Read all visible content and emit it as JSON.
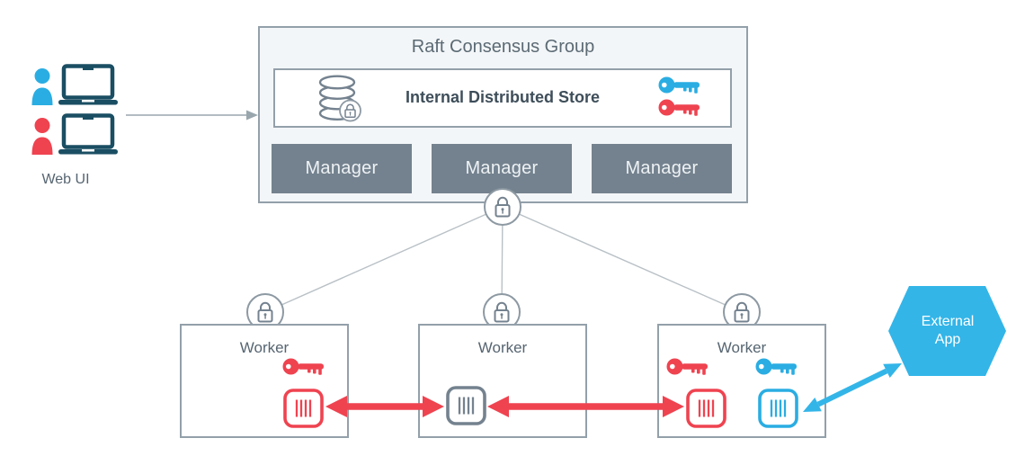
{
  "web_ui": {
    "label": "Web UI",
    "users": [
      {
        "icon": "user-laptop-icon",
        "user_color": "cyan"
      },
      {
        "icon": "user-laptop-icon",
        "user_color": "red"
      }
    ]
  },
  "raft_group": {
    "title": "Raft Consensus Group",
    "store": {
      "label": "Internal Distributed Store",
      "icons": [
        "database-lock-icon",
        "blue-key-icon",
        "red-key-icon"
      ]
    },
    "managers": [
      {
        "label": "Manager"
      },
      {
        "label": "Manager"
      },
      {
        "label": "Manager"
      }
    ],
    "lock_icon": "padlock-icon"
  },
  "workers": [
    {
      "label": "Worker",
      "lock_icon": "padlock-icon",
      "keys": [
        "red-key-icon"
      ],
      "containers": [
        "red-container-icon"
      ]
    },
    {
      "label": "Worker",
      "lock_icon": "padlock-icon",
      "keys": [],
      "containers": [
        "gray-container-icon"
      ]
    },
    {
      "label": "Worker",
      "lock_icon": "padlock-icon",
      "keys": [
        "red-key-icon",
        "blue-key-icon"
      ],
      "containers": [
        "red-container-icon",
        "blue-container-icon"
      ]
    }
  ],
  "external_app": {
    "label": "External App",
    "shape": "hexagon"
  },
  "connections": [
    {
      "from": "web-ui",
      "to": "raft-group",
      "style": "gray-arrow"
    },
    {
      "from": "managers-lock",
      "to": "worker-1-lock",
      "style": "thin-line"
    },
    {
      "from": "managers-lock",
      "to": "worker-2-lock",
      "style": "thin-line"
    },
    {
      "from": "managers-lock",
      "to": "worker-3-lock",
      "style": "thin-line"
    },
    {
      "from": "worker-1-container",
      "to": "worker-2-container",
      "style": "red-double-arrow"
    },
    {
      "from": "worker-2-container",
      "to": "worker-3-container",
      "style": "red-double-arrow"
    },
    {
      "from": "worker-3-blue-container",
      "to": "external-app",
      "style": "blue-double-arrow"
    }
  ],
  "colors": {
    "cyan": "#2aade2",
    "cyan_bright": "#33b5e8",
    "red": "#ef4350",
    "slate": "#74828f",
    "box_border": "#93a0aa",
    "raft_fill": "#f3f6f8",
    "line_gray": "#b9c1c6",
    "arrow_gray": "#99a6ad",
    "laptop_dark": "#1a4e63",
    "text_slate": "#5b6a74"
  }
}
